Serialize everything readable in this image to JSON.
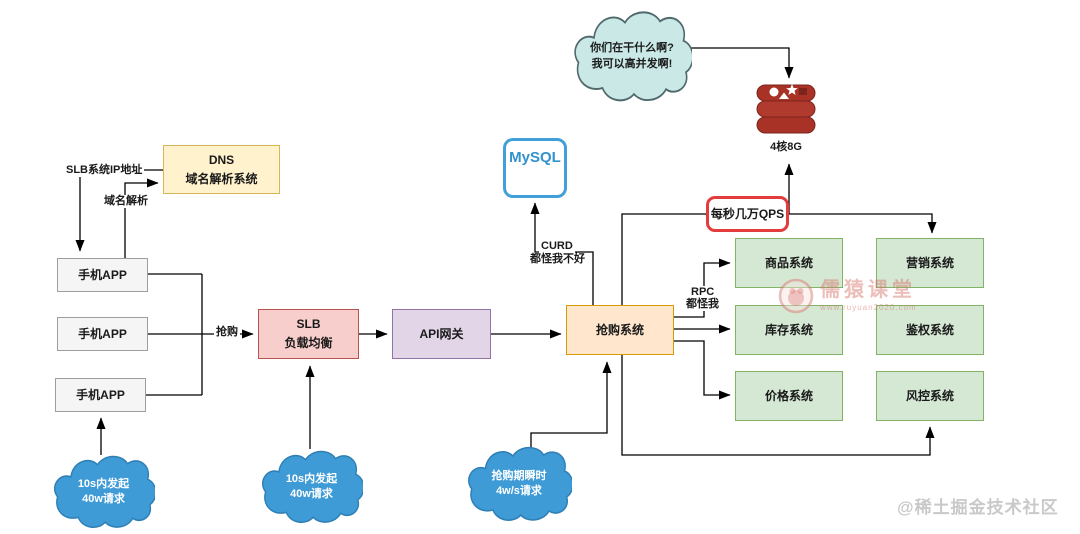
{
  "nodes": {
    "dns": {
      "line1": "DNS",
      "line2": "域名解析系统"
    },
    "mysql": {
      "label": "MySQL"
    },
    "app1": {
      "label": "手机APP"
    },
    "app2": {
      "label": "手机APP"
    },
    "app3": {
      "label": "手机APP"
    },
    "slb": {
      "line1": "SLB",
      "line2": "负载均衡"
    },
    "gateway": {
      "label": "API网关"
    },
    "seckill": {
      "label": "抢购系统"
    },
    "product": {
      "label": "商品系统"
    },
    "marketing": {
      "label": "营销系统"
    },
    "inventory": {
      "label": "库存系统"
    },
    "auth": {
      "label": "鉴权系统"
    },
    "price": {
      "label": "价格系统"
    },
    "risk": {
      "label": "风控系统"
    },
    "redis_spec": {
      "label": "4核8G"
    },
    "qps_callout": {
      "label": "每秒几万QPS"
    }
  },
  "edge_labels": {
    "slb_ip": "SLB系统IP地址",
    "dns_resolve": "域名解析",
    "buy": "抢购",
    "curd_line1": "CURD",
    "curd_line2": "都怪我不好",
    "rpc_line1": "RPC",
    "rpc_line2": "都怪我"
  },
  "clouds": {
    "redis_speech": {
      "line1": "你们在干什么啊?",
      "line2": "我可以高并发啊!"
    },
    "burst1": {
      "line1": "10s内发起",
      "line2": "40w请求"
    },
    "burst2": {
      "line1": "10s内发起",
      "line2": "40w请求"
    },
    "burst3": {
      "line1": "抢购期瞬时",
      "line2": "4w/s请求"
    }
  },
  "watermarks": {
    "ruyuan_title": "儒猿课堂",
    "ruyuan_url": "www.ruyuan2020.com",
    "juejin": "@稀土掘金技术社区"
  },
  "colors": {
    "dns_fill": "#fff2cc",
    "dns_border": "#d6b656",
    "app_fill": "#f5f5f5",
    "slb_fill": "#f8cecc",
    "slb_border": "#b85450",
    "gateway_fill": "#e1d5e7",
    "gateway_border": "#9673a6",
    "seckill_fill": "#ffe6cc",
    "seckill_border": "#d79b00",
    "subsystem_fill": "#d5e8d4",
    "subsystem_border": "#82b366",
    "mysql_blue": "#42a0d8",
    "qps_red": "#e23c3c",
    "cloud_blue": "#3e9bd6",
    "cloud_teal": "#c9e8e6",
    "redis_red": "#a93226"
  }
}
